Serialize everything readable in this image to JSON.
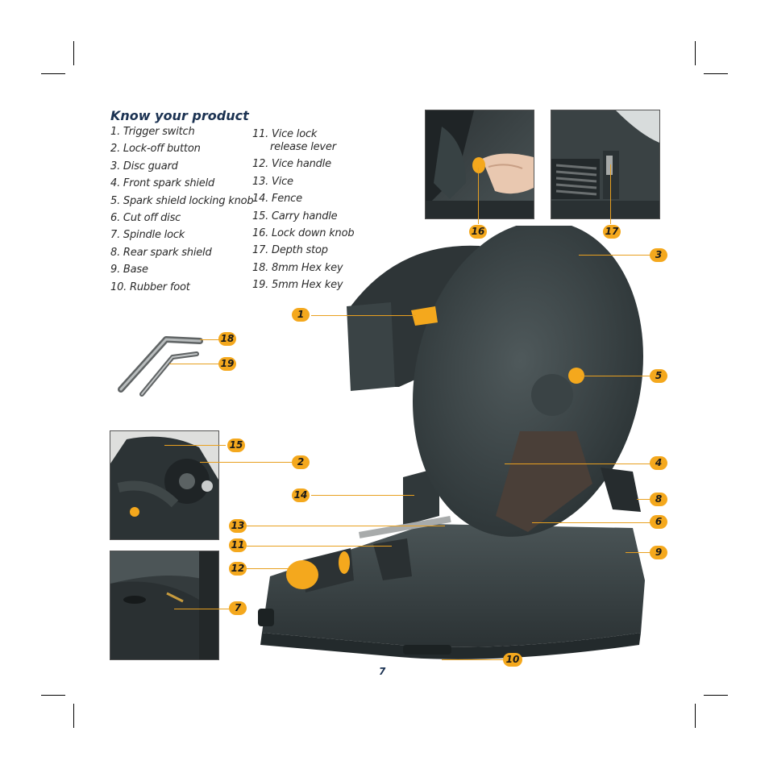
{
  "section": {
    "title": "Know your product"
  },
  "parts_left": [
    "1. Trigger switch",
    "2. Lock-off button",
    "3. Disc guard",
    "4. Front spark shield",
    "5. Spark shield locking knob",
    "6. Cut off disc",
    "7. Spindle lock",
    "8. Rear spark shield",
    "9. Base",
    "10.  Rubber foot"
  ],
  "parts_right": [
    "11.  Vice lock release lever",
    "12.  Vice handle",
    "13.  Vice",
    "14.  Fence",
    "15.  Carry handle",
    "16.  Lock down knob",
    "17.  Depth stop",
    "18.  8mm Hex key",
    "19.  5mm Hex key"
  ],
  "callouts": {
    "n1": "1",
    "n2": "2",
    "n3": "3",
    "n4": "4",
    "n5": "5",
    "n6": "6",
    "n7": "7",
    "n8": "8",
    "n9": "9",
    "n10": "10",
    "n11": "11",
    "n12": "12",
    "n13": "13",
    "n14": "14",
    "n15": "15",
    "n16": "16",
    "n17": "17",
    "n18": "18",
    "n19": "19"
  },
  "page_number": "7",
  "colors": {
    "callout": "#f4a81d",
    "title": "#1b3252",
    "machine": "#3b4446"
  }
}
